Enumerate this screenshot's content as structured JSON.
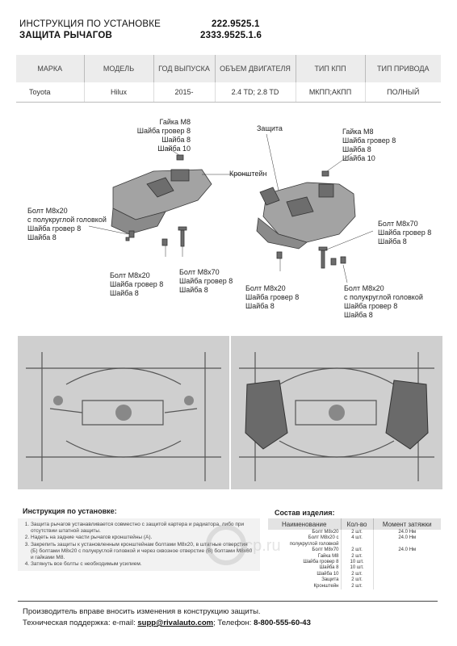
{
  "header": {
    "line1": "ИНСТРУКЦИЯ ПО УСТАНОВКЕ",
    "line2": "ЗАЩИТА РЫЧАГОВ",
    "code1": "222.9525.1",
    "code2": "2333.9525.1.6"
  },
  "spec": {
    "headers": [
      "МАРКА",
      "МОДЕЛЬ",
      "ГОД ВЫПУСКА",
      "ОБЪЕМ ДВИГАТЕЛЯ",
      "ТИП КПП",
      "ТИП ПРИВОДА"
    ],
    "values": [
      "Toyota",
      "Hilux",
      "2015-",
      "2.4 TD; 2.8 TD",
      "МКПП;АКПП",
      "ПОЛНЫЙ"
    ]
  },
  "diagram": {
    "nut_left": [
      "Гайка М8",
      "Шайба гровер 8",
      "Шайба 8",
      "Шайба 10"
    ],
    "protection": "Защита",
    "bracket": "Кронштейн",
    "nut_right": [
      "Гайка М8",
      "Шайба гровер 8",
      "Шайба 8",
      "Шайба 10"
    ],
    "bolt_left": [
      "Болт М8х20",
      "с полукруглой головкой",
      "Шайба гровер 8",
      "Шайба 8"
    ],
    "bolt_m8x20_a": [
      "Болт М8х20",
      "Шайба гровер 8",
      "Шайба 8"
    ],
    "bolt_m8x70_a": [
      "Болт М8х70",
      "Шайба гровер 8",
      "Шайба 8"
    ],
    "bolt_m8x20_b": [
      "Болт М8х20",
      "Шайба гровер 8",
      "Шайба 8"
    ],
    "bolt_m8x70_b": [
      "Болт М8х70",
      "Шайба гровер 8",
      "Шайба 8"
    ],
    "bolt_right": [
      "Болт М8х20",
      "с полукруглой головкой",
      "Шайба гровер 8",
      "Шайба 8"
    ]
  },
  "instructions": {
    "title": "Инструкция по установке:",
    "steps": [
      "Защита рычагов устанавливается совместно с защитой картера и радиатора, либо при отсутствии штатной защиты.",
      "Надеть на задние части рычагов кронштейны (А).",
      "Закрепить защиты к установленным кронштейнам болтами М8х20, в штатные отверстия (Б) болтами М8х20 с полукруглой головкой и через сквозное отверстие (В) болтами М8х60 и гайками М8.",
      "Затянуть все болты с необходимым усилием."
    ]
  },
  "composition": {
    "title": "Состав изделия:",
    "headers": [
      "Наименование",
      "Кол-во",
      "Момент затяжки"
    ],
    "rows": [
      [
        "Болт М8х20",
        "2 шт.",
        "24.0 Нм"
      ],
      [
        "Болт М8х20 с",
        "4 шт.",
        "24.0 Нм"
      ],
      [
        "полукруглой головкой",
        "",
        ""
      ],
      [
        "Болт М8х70",
        "2 шт.",
        "24.0 Нм"
      ],
      [
        "Гайка М8",
        "2 шт.",
        ""
      ],
      [
        "Шайба гровер 8",
        "10 шт.",
        ""
      ],
      [
        "Шайба 8",
        "10 шт.",
        ""
      ],
      [
        "Шайба 10",
        "2 шт.",
        ""
      ],
      [
        "Защита",
        "2 шт.",
        ""
      ],
      [
        "Кронштейн",
        "2 шт.",
        ""
      ]
    ]
  },
  "footer": {
    "line1": "Производитель вправе вносить изменения в конструкцию защиты.",
    "support_label": "Техническая поддержка:   e-mail: ",
    "email": "supp@rivalauto.com",
    "phone_label": "; Телефон: ",
    "phone": "8-800-555-60-43"
  },
  "watermark": "ecp.ru"
}
